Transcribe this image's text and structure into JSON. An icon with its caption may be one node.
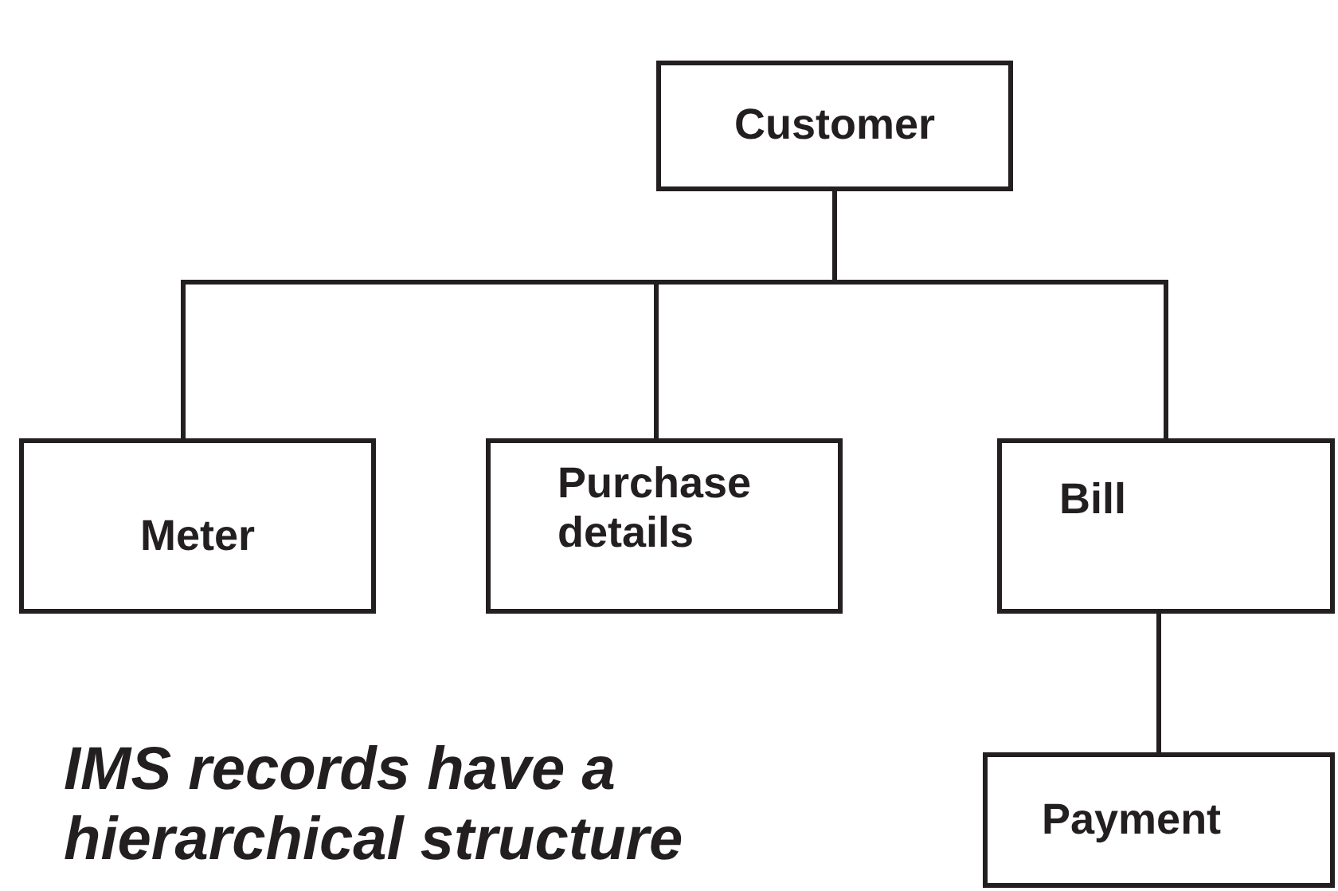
{
  "diagram": {
    "nodes": [
      {
        "text": [
          "Customer"
        ]
      },
      {
        "text": [
          "Meter"
        ]
      },
      {
        "text": [
          "Purchase details"
        ]
      },
      {
        "text": [
          "Bill"
        ]
      },
      {
        "text": [
          "Payment"
        ]
      }
    ],
    "edges": [
      {
        "from": 0,
        "to": 1,
        "arrow": "none"
      },
      {
        "from": 0,
        "to": 2,
        "arrow": "none"
      },
      {
        "from": 0,
        "to": 3,
        "arrow": "none"
      },
      {
        "from": 3,
        "to": 4,
        "arrow": "none"
      }
    ],
    "labels": [
      "IMS records have a hierarchical structure"
    ]
  }
}
